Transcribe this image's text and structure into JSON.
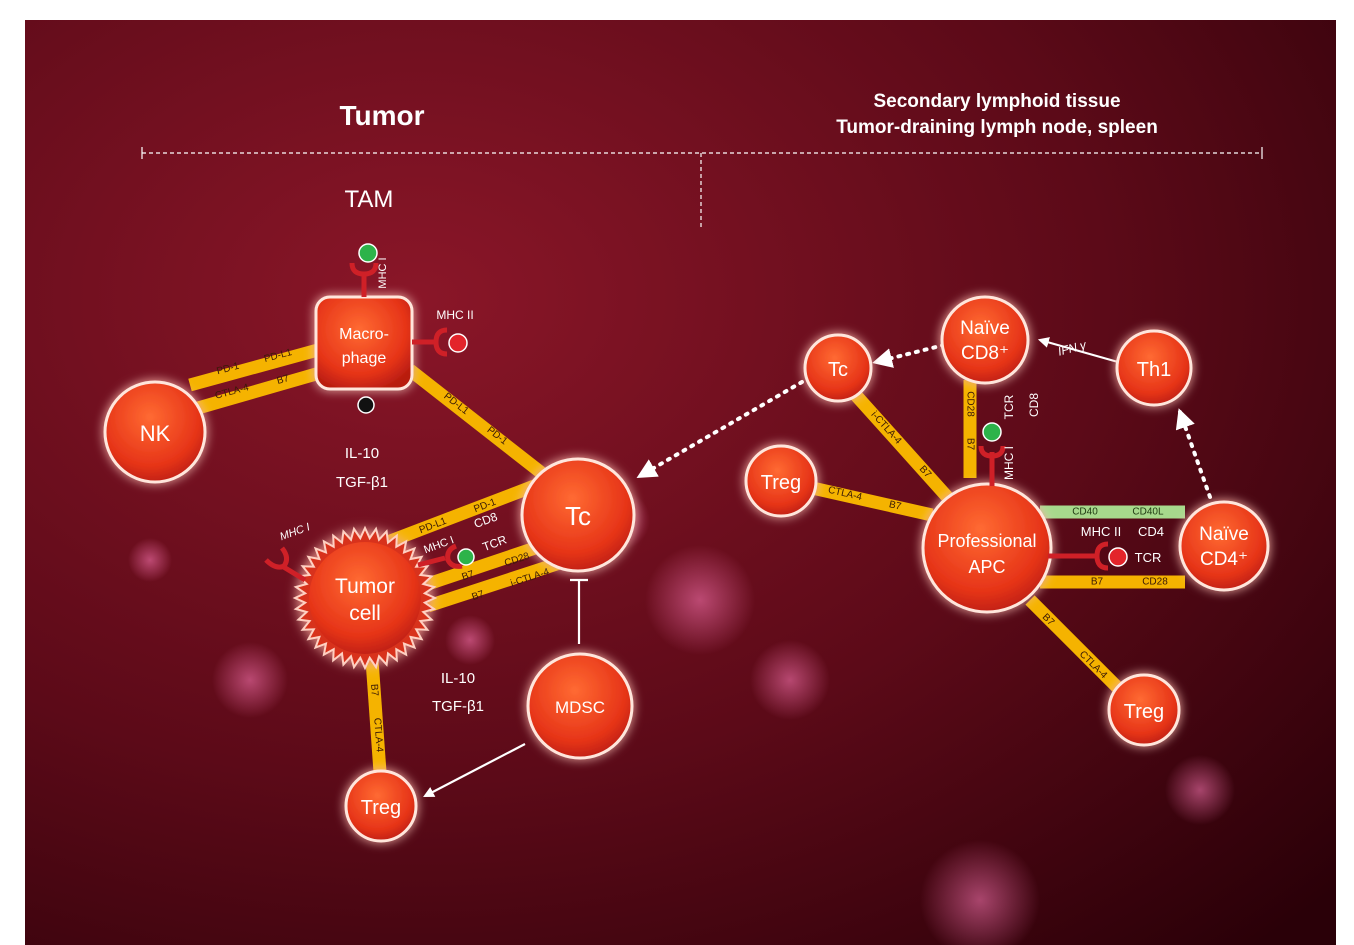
{
  "headers": {
    "tumor": "Tumor",
    "lymphoid_line1": "Secondary lymphoid tissue",
    "lymphoid_line2": "Tumor-draining lymph node, spleen"
  },
  "labels": {
    "tam": "TAM",
    "il10_upper": "IL-10",
    "tgfb1_upper": "TGF-β1",
    "il10_lower": "IL-10",
    "tgfb1_lower": "TGF-β1",
    "mhc1_mac": "MHC I",
    "mhc2_mac": "MHC II",
    "mhc1_tumor_left": "MHC I",
    "mhc1_tumor": "MHC I",
    "cd8_tumor": "CD8",
    "tcr_tumor": "TCR",
    "ifng": "IFN γ",
    "tcr_apc": "TCR",
    "cd8_apc": "CD8",
    "mhc1_apc": "MHC I",
    "mhc2_apc": "MHC II",
    "cd4_apc": "CD4",
    "tcr_cd4": "TCR"
  },
  "cells": {
    "macrophage_line1": "Macro-",
    "macrophage_line2": "phage",
    "nk": "NK",
    "tc_tumor": "Tc",
    "tumor_line1": "Tumor",
    "tumor_line2": "cell",
    "mdsc": "MDSC",
    "treg_tumor": "Treg",
    "tc_lymph": "Tc",
    "naive_cd8_line1": "Naïve",
    "naive_cd8_line2": "CD8⁺",
    "th1": "Th1",
    "treg_left": "Treg",
    "apc_line1": "Professional",
    "apc_line2": "APC",
    "naive_cd4_line1": "Naïve",
    "naive_cd4_line2": "CD4⁺",
    "treg_bottom": "Treg"
  },
  "molecules": {
    "nk_mac_top_a": "PD-1",
    "nk_mac_top_b": "PD-L1",
    "nk_mac_bot_a": "CTLA-4",
    "nk_mac_bot_b": "B7",
    "mac_tc_a": "PD-L1",
    "mac_tc_b": "PD-1",
    "tum_tc_1a": "PD-L1",
    "tum_tc_1b": "PD-1",
    "tum_tc_2a": "B7",
    "tum_tc_2b": "CD28",
    "tum_tc_3a": "B7",
    "tum_tc_3b": "i-CTLA-4",
    "tum_treg_a": "B7",
    "tum_treg_b": "CTLA-4",
    "tc_apc_a": "i-CTLA-4",
    "tc_apc_b": "B7",
    "cd8_apc_a": "CD28",
    "cd8_apc_b": "B7",
    "treg_apc_a": "CTLA-4",
    "treg_apc_b": "B7",
    "cd4_cd40": "CD40",
    "cd4_cd40l": "CD40L",
    "cd4_b7": "B7",
    "cd4_cd28": "CD28",
    "apc_treg_a": "B7",
    "apc_treg_b": "CTLA-4"
  },
  "colors": {
    "background_center": "#8a1628",
    "background_edge": "#2a0008",
    "cell_fill": "#e8381a",
    "cell_glow": "#ffd7c9",
    "pill_yellow": "#f5b300",
    "pill_light": "#f8dcb4",
    "pill_green": "#a7d98c",
    "receptor_red": "#cf2027",
    "mhc1_dot": "#2db34a",
    "mhc2_dot": "#e3242b"
  }
}
